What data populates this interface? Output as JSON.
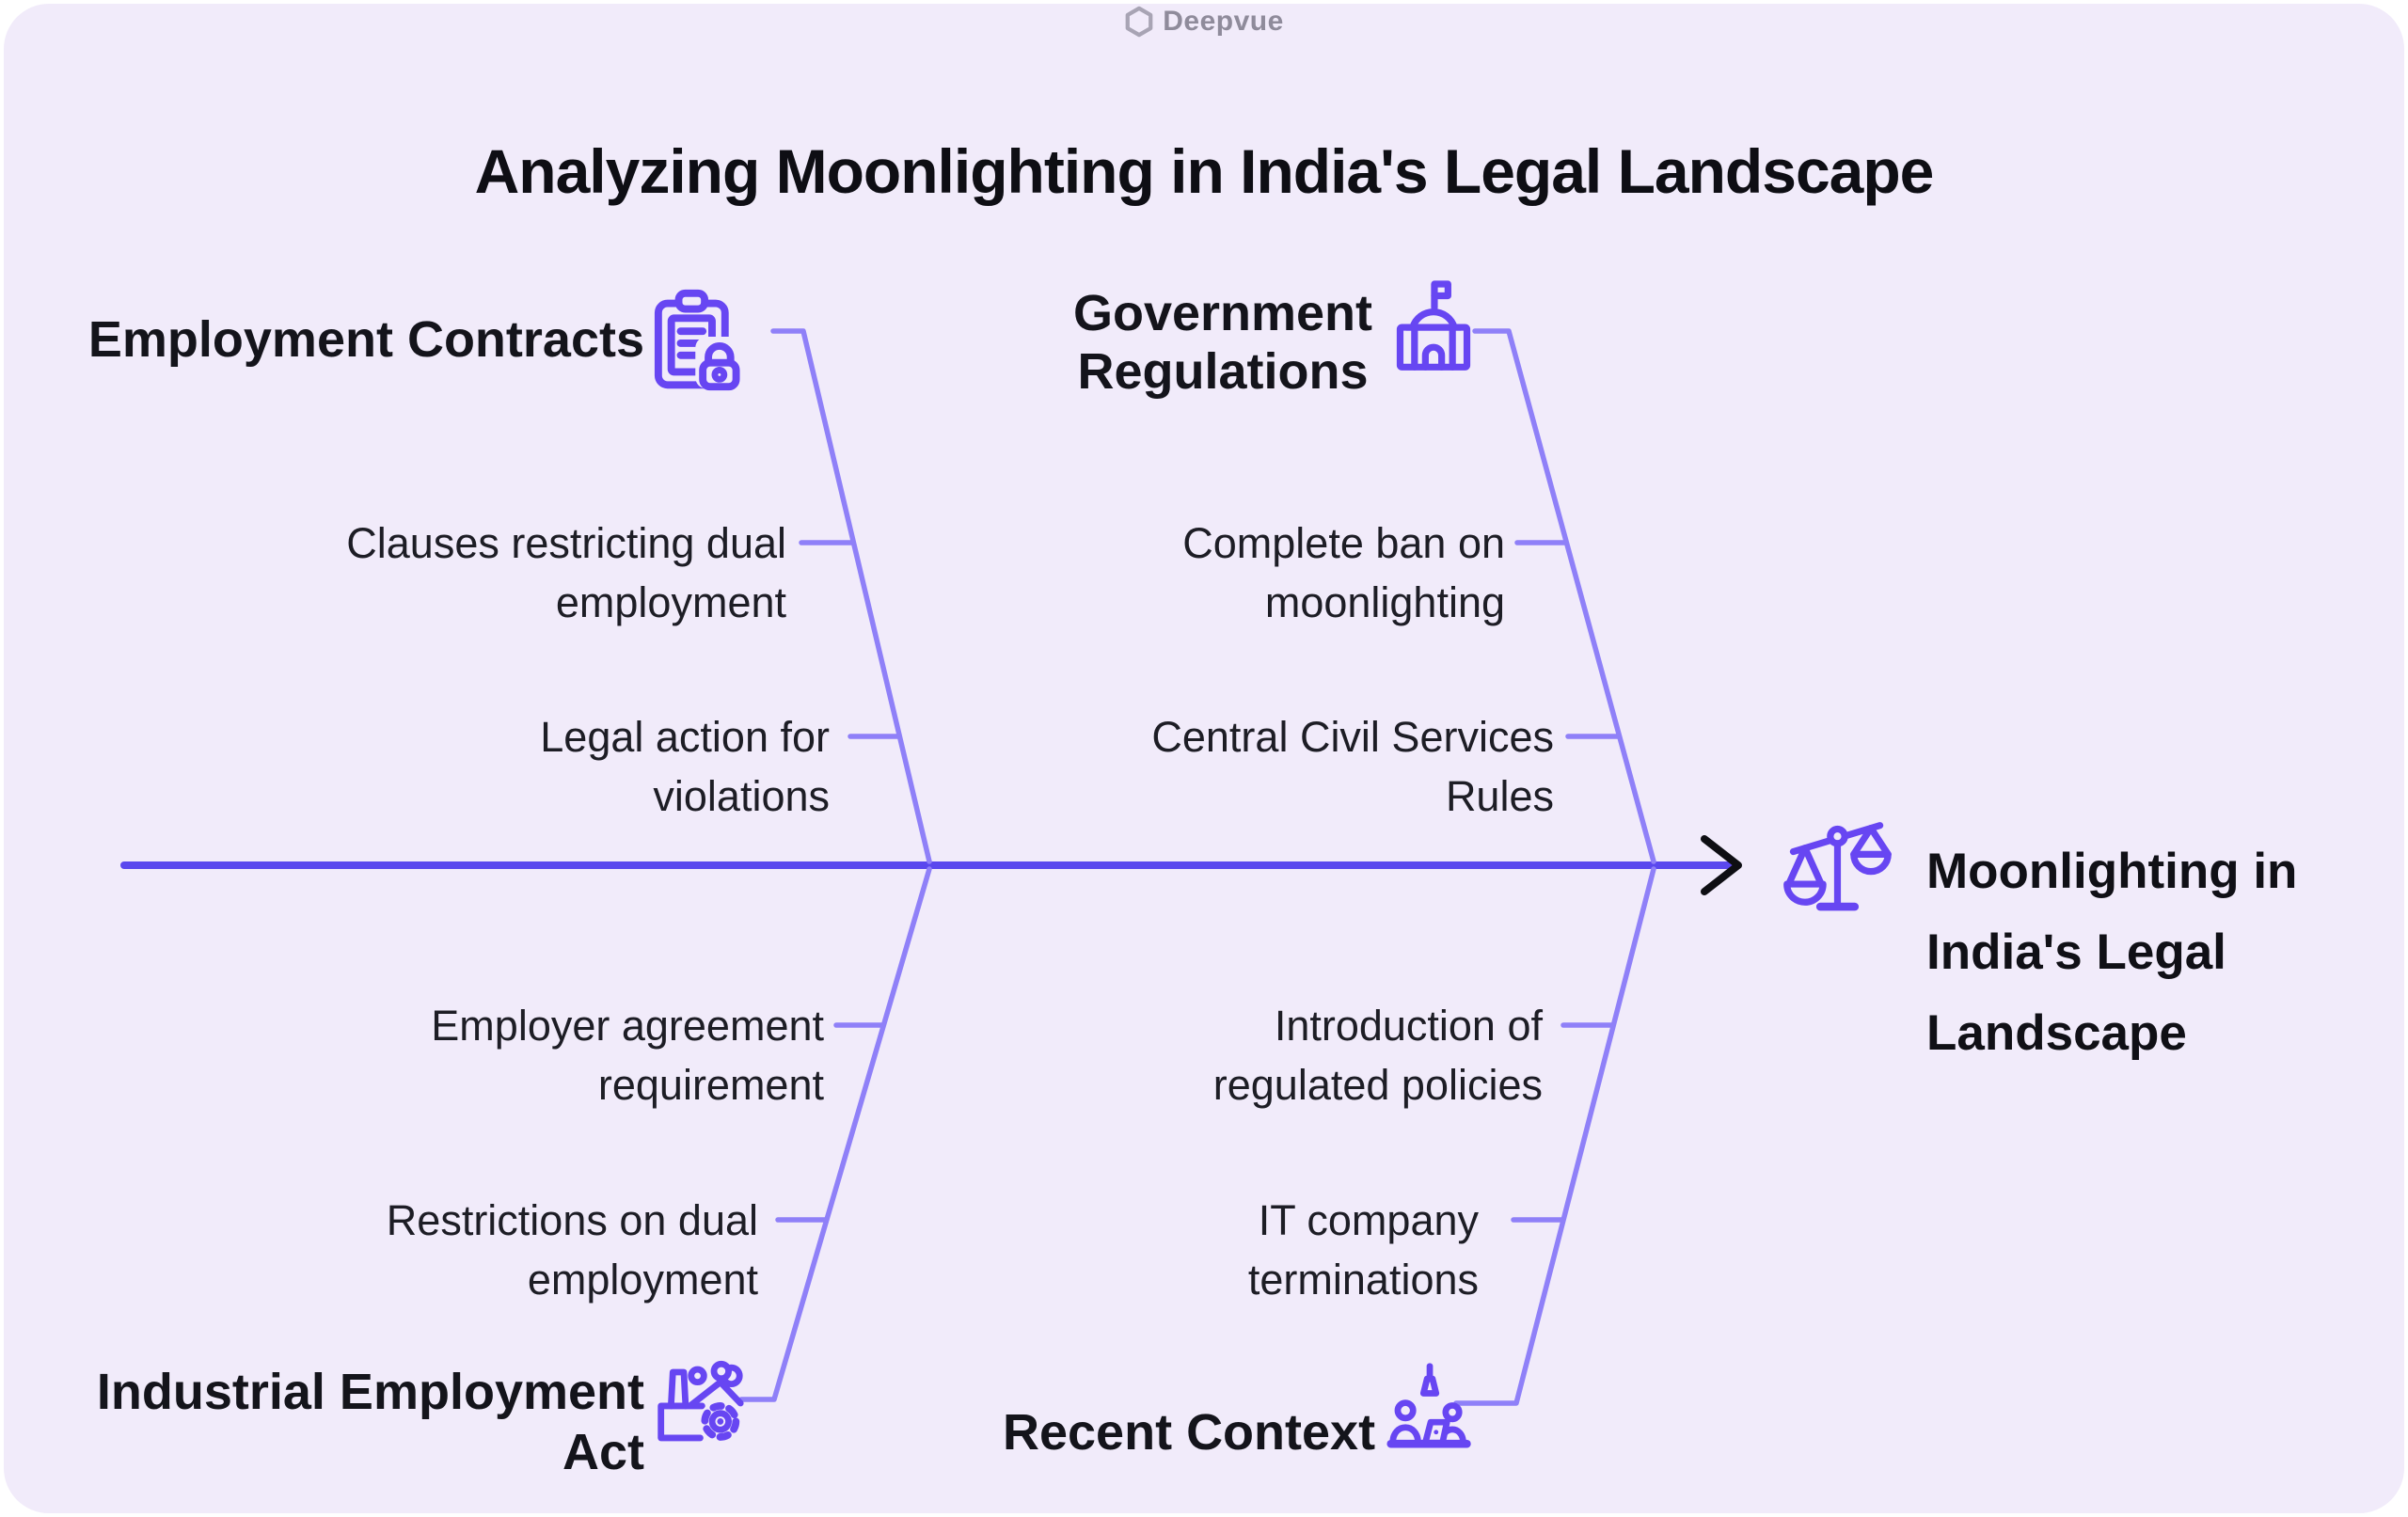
{
  "logo": {
    "text": "Deepvue",
    "icon": "deepvue-hexagon-icon"
  },
  "title": "Analyzing Moonlighting in India's Legal Landscape",
  "diagram_type": "fishbone",
  "branches": [
    {
      "id": "employment-contracts",
      "label": "Employment Contracts",
      "lines": [
        "Employment Contracts"
      ],
      "icon": "clipboard-lock-icon",
      "position": "top-left",
      "items": [
        {
          "text": "Clauses restricting dual employment",
          "lines": [
            "Clauses restricting dual",
            "employment"
          ]
        },
        {
          "text": "Legal action for violations",
          "lines": [
            "Legal action for",
            "violations"
          ]
        }
      ]
    },
    {
      "id": "government-regulations",
      "label": "Government Regulations",
      "lines": [
        "Government",
        "Regulations"
      ],
      "icon": "government-building-icon",
      "position": "top-right",
      "items": [
        {
          "text": "Complete ban on moonlighting",
          "lines": [
            "Complete ban on",
            "moonlighting"
          ]
        },
        {
          "text": "Central Civil Services Rules",
          "lines": [
            "Central Civil Services",
            "Rules"
          ]
        }
      ]
    },
    {
      "id": "industrial-employment-act",
      "label": "Industrial Employment Act",
      "lines": [
        "Industrial Employment",
        "Act"
      ],
      "icon": "factory-gear-icon",
      "position": "bottom-left",
      "items": [
        {
          "text": "Employer agreement requirement",
          "lines": [
            "Employer agreement",
            "requirement"
          ]
        },
        {
          "text": "Restrictions on dual employment",
          "lines": [
            "Restrictions on dual",
            "employment"
          ]
        }
      ]
    },
    {
      "id": "recent-context",
      "label": "Recent Context",
      "lines": [
        "Recent Context"
      ],
      "icon": "people-desk-icon",
      "position": "bottom-right",
      "items": [
        {
          "text": "Introduction of regulated policies",
          "lines": [
            "Introduction of",
            "regulated policies"
          ]
        },
        {
          "text": "IT company terminations",
          "lines": [
            "IT company",
            "terminations"
          ]
        }
      ]
    }
  ],
  "effect": {
    "label": "Moonlighting in India's Legal Landscape",
    "lines": [
      "Moonlighting in",
      "India's Legal",
      "Landscape"
    ],
    "icon": "scales-icon"
  },
  "colors": {
    "background": "#f1ebfa",
    "spine": "#5a48ee",
    "rib": "#8f80f8",
    "icon_purple": "#6746f2",
    "heading_text": "#14141b",
    "item_text": "#1d1d25",
    "logo_gray": "#8f8b9b",
    "arrowhead_black": "#0e0e13"
  }
}
